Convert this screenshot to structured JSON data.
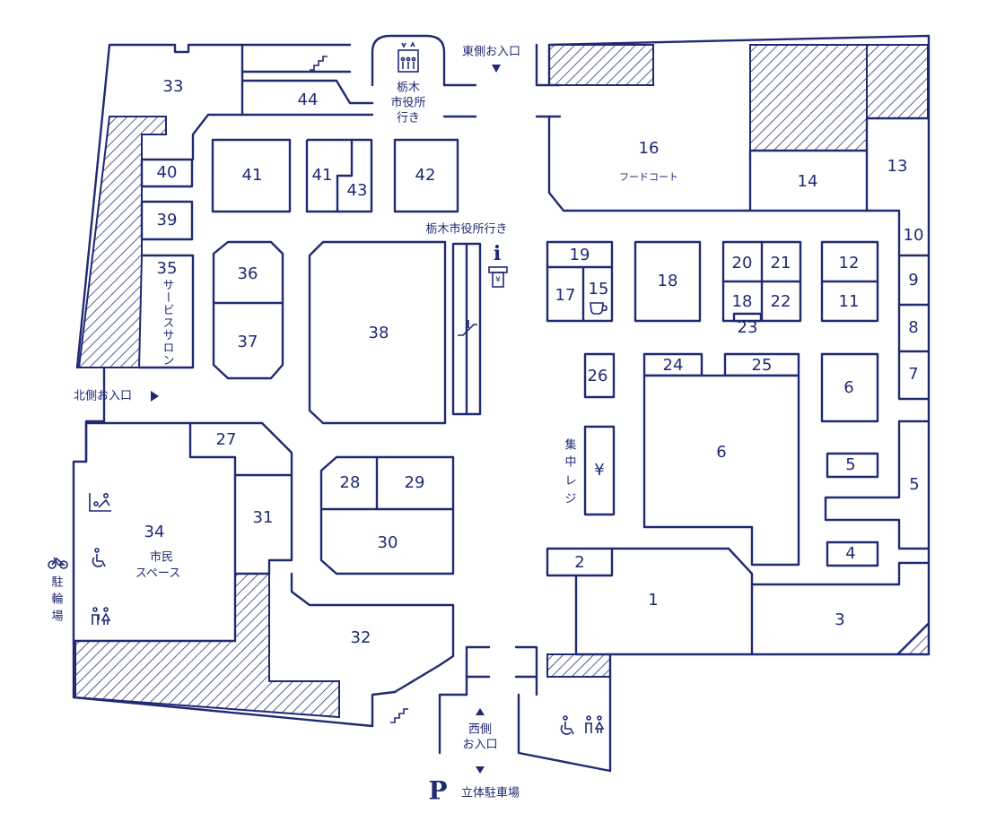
{
  "colors": {
    "ink": "#1f2a73",
    "hatch": "#1f2a73",
    "background": "#ffffff"
  },
  "entrances": {
    "east": "東側お入口",
    "north": "北側お入口",
    "west_line1": "西側",
    "west_line2": "お入口"
  },
  "elevator": {
    "line1": "栃木",
    "line2": "市役所",
    "line3": "行き"
  },
  "escalator_label": "栃木市役所行き",
  "parking": {
    "symbol": "P",
    "label": "立体駐車場"
  },
  "bike_parking": {
    "line1": "駐",
    "line2": "輪",
    "line3": "場"
  },
  "areas": {
    "a1": "1",
    "a2": "2",
    "a3": "3",
    "a4": "4",
    "a5a": "5",
    "a5b": "5",
    "a6a": "6",
    "a6b": "6",
    "a7": "7",
    "a8": "8",
    "a9": "9",
    "a10": "10",
    "a11": "11",
    "a12": "12",
    "a13": "13",
    "a14": "14",
    "a15": "15",
    "a16": "16",
    "a16_sub": "フードコート",
    "a17": "17",
    "a18a": "18",
    "a18b": "18",
    "a19": "19",
    "a20": "20",
    "a21": "21",
    "a22": "22",
    "a23": "23",
    "a24": "24",
    "a25": "25",
    "a26": "26",
    "a27": "27",
    "a28": "28",
    "a29": "29",
    "a30": "30",
    "a31": "31",
    "a32": "32",
    "a33": "33",
    "a34": "34",
    "a34_sub1": "市民",
    "a34_sub2": "スペース",
    "a35": "35",
    "a35_sub": "サービスサロン",
    "a36": "36",
    "a37": "37",
    "a38": "38",
    "a39": "39",
    "a40": "40",
    "a41a": "41",
    "a41b": "41",
    "a42": "42",
    "a43": "43",
    "a44": "44"
  },
  "checkout": {
    "line1": "集",
    "line2": "中",
    "line3": "レ",
    "line4": "ジ",
    "symbol": "¥"
  },
  "atm_symbol": "¥",
  "info_symbol": "i",
  "icons": [
    "elevator-icon",
    "escalator-icon",
    "stairs-icon",
    "info-icon",
    "atm-icon",
    "cafe-icon",
    "nursing-room-icon",
    "wheelchair-icon",
    "restroom-icon",
    "bicycle-icon",
    "parking-icon"
  ]
}
